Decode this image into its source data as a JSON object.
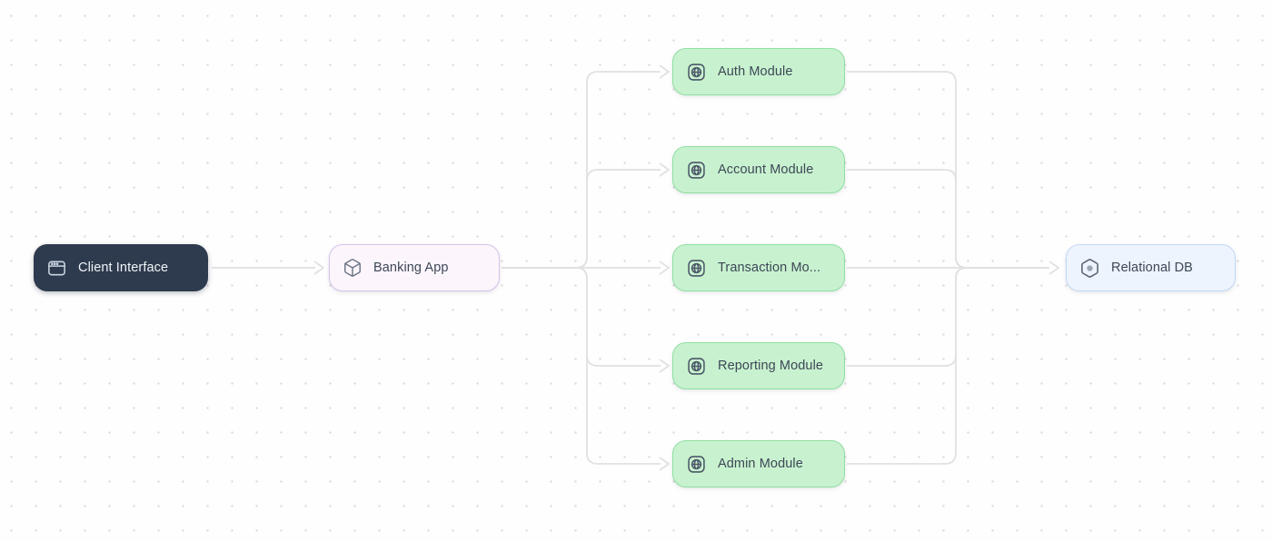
{
  "diagram": {
    "type": "flow-diagram",
    "title": "Banking system architecture flow",
    "nodes": [
      {
        "id": "client-interface",
        "label": "Client Interface",
        "icon": "app-window-icon",
        "fill": "#2e3a4d",
        "border": "#2e3a4d",
        "text_color": "#f1f5f9"
      },
      {
        "id": "banking-app",
        "label": "Banking App",
        "icon": "box-icon",
        "fill": "#fcf5fc",
        "border": "#d7c3eb",
        "text_color": "#3d4757"
      },
      {
        "id": "auth-module",
        "label": "Auth Module",
        "icon": "globe-window-icon",
        "fill": "#c8f2cf",
        "border": "#8fdfa1",
        "text_color": "#3d4757"
      },
      {
        "id": "account-module",
        "label": "Account Module",
        "icon": "globe-window-icon",
        "fill": "#c8f2cf",
        "border": "#8fdfa1",
        "text_color": "#3d4757"
      },
      {
        "id": "transaction-module",
        "label": "Transaction Mo...",
        "icon": "globe-window-icon",
        "fill": "#c8f2cf",
        "border": "#8fdfa1",
        "text_color": "#3d4757"
      },
      {
        "id": "reporting-module",
        "label": "Reporting Module",
        "icon": "globe-window-icon",
        "fill": "#c8f2cf",
        "border": "#8fdfa1",
        "text_color": "#3d4757"
      },
      {
        "id": "admin-module",
        "label": "Admin Module",
        "icon": "globe-window-icon",
        "fill": "#c8f2cf",
        "border": "#8fdfa1",
        "text_color": "#3d4757"
      },
      {
        "id": "relational-db",
        "label": "Relational DB",
        "icon": "hexagon-node-icon",
        "fill": "#edf4fd",
        "border": "#c5d8f7",
        "text_color": "#3d4757"
      }
    ],
    "edges": [
      {
        "from": "client-interface",
        "to": "banking-app"
      },
      {
        "from": "banking-app",
        "to": "auth-module"
      },
      {
        "from": "banking-app",
        "to": "account-module"
      },
      {
        "from": "banking-app",
        "to": "transaction-module"
      },
      {
        "from": "banking-app",
        "to": "reporting-module"
      },
      {
        "from": "banking-app",
        "to": "admin-module"
      },
      {
        "from": "auth-module",
        "to": "relational-db"
      },
      {
        "from": "account-module",
        "to": "relational-db"
      },
      {
        "from": "transaction-module",
        "to": "relational-db"
      },
      {
        "from": "reporting-module",
        "to": "relational-db"
      },
      {
        "from": "admin-module",
        "to": "relational-db"
      }
    ],
    "colors": {
      "background": "#fefefe",
      "grid_dot": "#d9d9d9",
      "edge": "#e1e1e1",
      "module_fill": "#c8f2cf",
      "module_border": "#8fdfa1",
      "client_fill": "#2e3a4d",
      "banking_fill": "#fcf5fc",
      "banking_border": "#d7c3eb",
      "db_fill": "#edf4fd",
      "db_border": "#c5d8f7"
    }
  }
}
